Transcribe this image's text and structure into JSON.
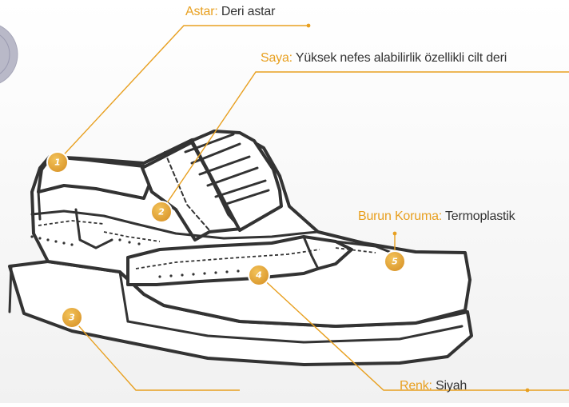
{
  "colors": {
    "accent": "#e8a020",
    "outline": "#333333",
    "badge_fill": "#e3a52f",
    "badge_ring": "#ffffff"
  },
  "callouts": [
    {
      "id": "1",
      "key": "Astar:",
      "value": "Deri astar"
    },
    {
      "id": "2",
      "key": "Saya:",
      "value": "Yüksek nefes alabilirlik özellikli cilt deri"
    },
    {
      "id": "3",
      "key": "",
      "value": ""
    },
    {
      "id": "4",
      "key": "Renk:",
      "value": "Siyah"
    },
    {
      "id": "5",
      "key": "Burun Koruma:",
      "value": "Termoplastik"
    }
  ],
  "icons": [
    "shoe-illustration",
    "numbered-badge-icon",
    "leader-line"
  ]
}
